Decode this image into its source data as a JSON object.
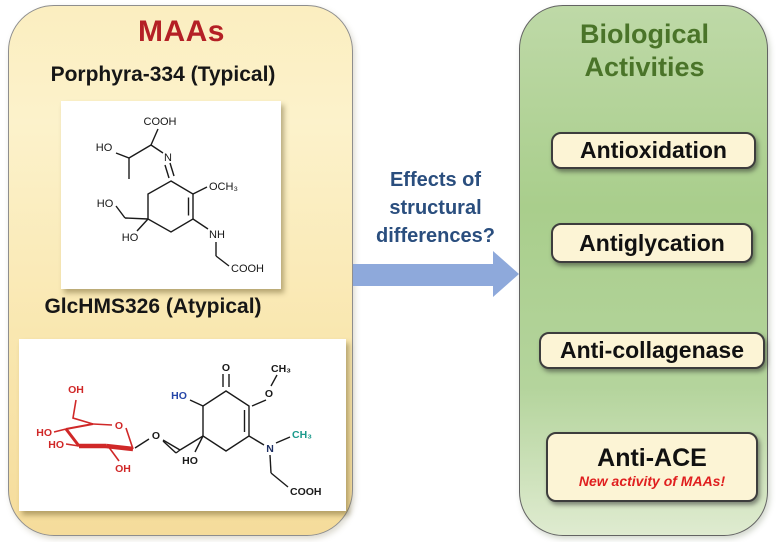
{
  "left_panel": {
    "title": "MAAs",
    "structure1": {
      "heading": "Porphyra-334 (Typical)",
      "labels": {
        "cooh_top": "COOH",
        "ho_side": "HO",
        "imine_n": "N",
        "methoxy": "OCH₃",
        "nh": "NH",
        "cooh_bottom": "COOH",
        "ho_hydroxymethyl": "HO",
        "ho_ring": "HO"
      }
    },
    "structure2": {
      "heading": "GlcHMS326 (Atypical)",
      "labels": {
        "glc_oh_top": "OH",
        "glc_ho_left_upper": "HO",
        "glc_ho_left_lower": "HO",
        "glc_oh_bottom": "OH",
        "glc_ring_o": "O",
        "glycosidic_o": "O",
        "ho_blue": "HO",
        "ketone_o": "O",
        "methyl_top": "CH₃",
        "methoxy_o": "O",
        "amine_n": "N",
        "n_methyl": "CH₃",
        "cooh": "COOH",
        "ho_ring": "HO"
      }
    }
  },
  "middle": {
    "question_line1": "Effects of",
    "question_line2": "structural",
    "question_line3": "differences?"
  },
  "right_panel": {
    "title_line1": "Biological",
    "title_line2": "Activities",
    "activities": [
      "Antioxidation",
      "Antiglycation",
      "Anti-collagenase",
      "Anti-ACE"
    ],
    "ace_note": "New activity of MAAs!"
  },
  "colors": {
    "maas_title_red": "#b42025",
    "left_panel_yellow": "#f8e7b0",
    "right_panel_green": "#a9ce8c",
    "bio_title_green": "#4a7429",
    "question_blue": "#2a4e7e",
    "arrow_blue": "#8ea9db",
    "activity_box_cream": "#fcf4d5",
    "ace_note_red": "#e01f1f",
    "glucose_red": "#d02828",
    "hydroxyl_blue": "#2747a8",
    "n_methyl_teal": "#1b9a8c"
  }
}
